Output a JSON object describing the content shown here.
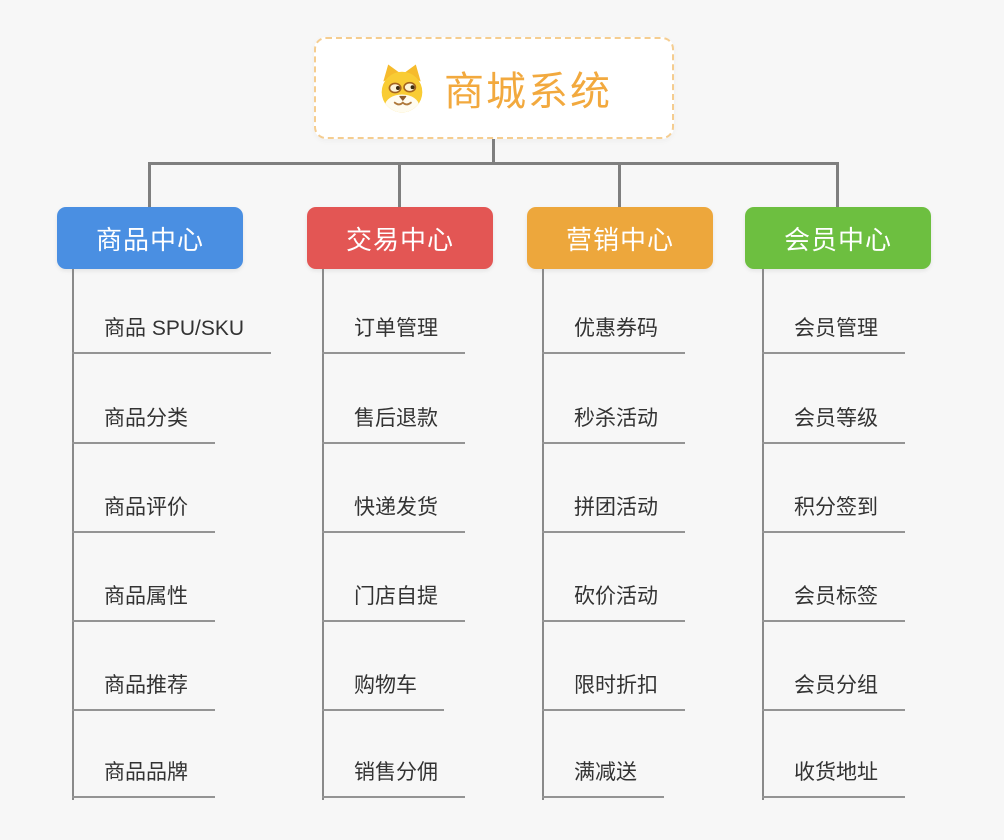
{
  "root": {
    "title": "商城系统",
    "icon": "dog-face-icon"
  },
  "colors": {
    "background": "#f7f7f7",
    "connector": "#7f7f7f",
    "root_border": "#f5cd90",
    "root_text": "#f2a93e",
    "leaf_text": "#333333",
    "leaf_line": "#949494"
  },
  "branches": [
    {
      "label": "商品中心",
      "color": "#4a8fe2",
      "children": [
        "商品 SPU/SKU",
        "商品分类",
        "商品评价",
        "商品属性",
        "商品推荐",
        "商品品牌"
      ]
    },
    {
      "label": "交易中心",
      "color": "#e35654",
      "children": [
        "订单管理",
        "售后退款",
        "快递发货",
        "门店自提",
        "购物车",
        "销售分佣"
      ]
    },
    {
      "label": "营销中心",
      "color": "#eda73c",
      "children": [
        "优惠券码",
        "秒杀活动",
        "拼团活动",
        "砍价活动",
        "限时折扣",
        "满减送"
      ]
    },
    {
      "label": "会员中心",
      "color": "#6dbf40",
      "children": [
        "会员管理",
        "会员等级",
        "积分签到",
        "会员标签",
        "会员分组",
        "收货地址"
      ]
    }
  ]
}
